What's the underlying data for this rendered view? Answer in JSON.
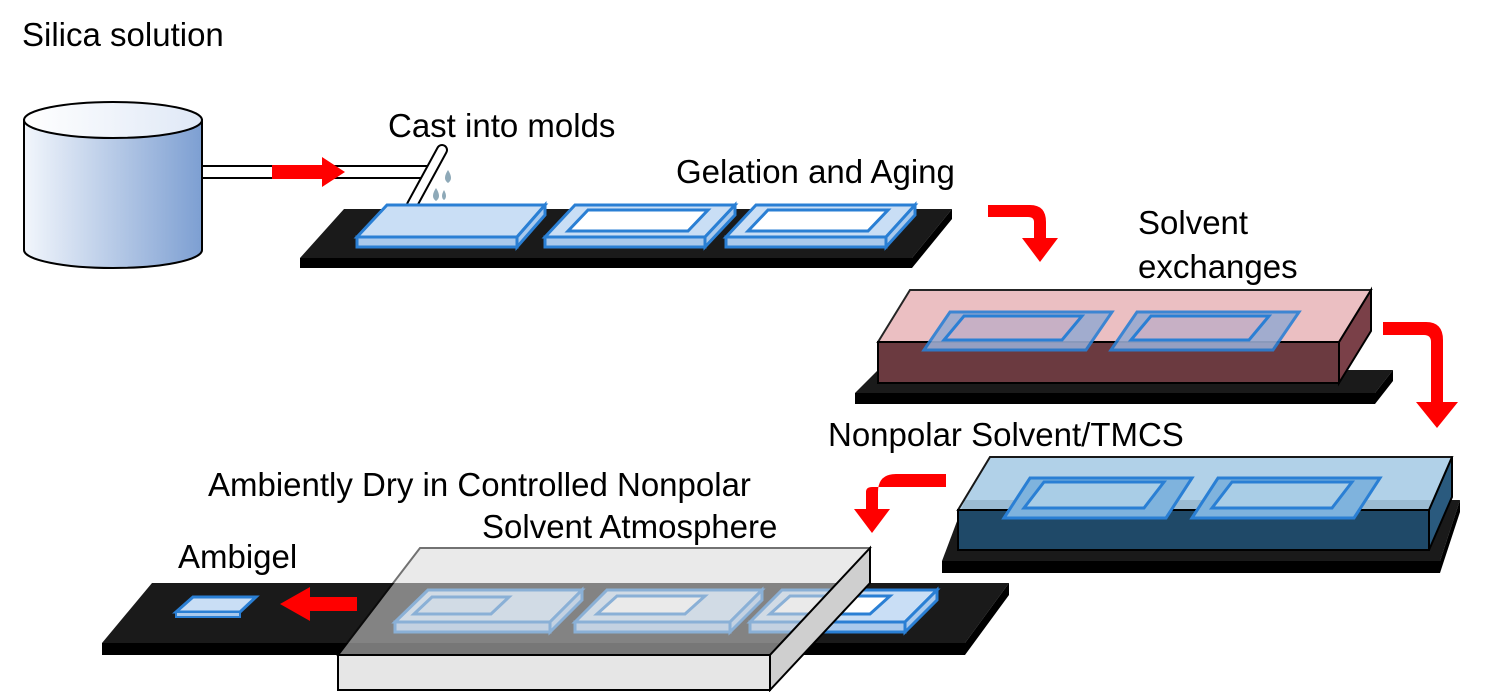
{
  "labels": {
    "silica_solution": "Silica solution",
    "cast_into_molds": "Cast into molds",
    "gelation_aging": "Gelation and Aging",
    "solvent_exchanges_1": "Solvent",
    "solvent_exchanges_2": "exchanges",
    "nonpolar_tmcs": "Nonpolar Solvent/TMCS",
    "ambient_dry_1": "Ambiently Dry in Controlled Nonpolar",
    "ambient_dry_2": "Solvent Atmosphere",
    "ambigel": "Ambigel"
  },
  "colors": {
    "arrow": "#ff0000",
    "tray": "#1a1a1a",
    "mold_fill": "#c9def5",
    "mold_stroke": "#2a7fd4",
    "solvent_top": "#e8b4b8",
    "solvent_side": "#6b3a40",
    "nonpolar_top": "#a9cde6",
    "nonpolar_side": "#1f4968",
    "dry_chamber": "#d9d9d9",
    "tank_light": "#f2f6fc",
    "tank_dark": "#7d9fd2"
  }
}
